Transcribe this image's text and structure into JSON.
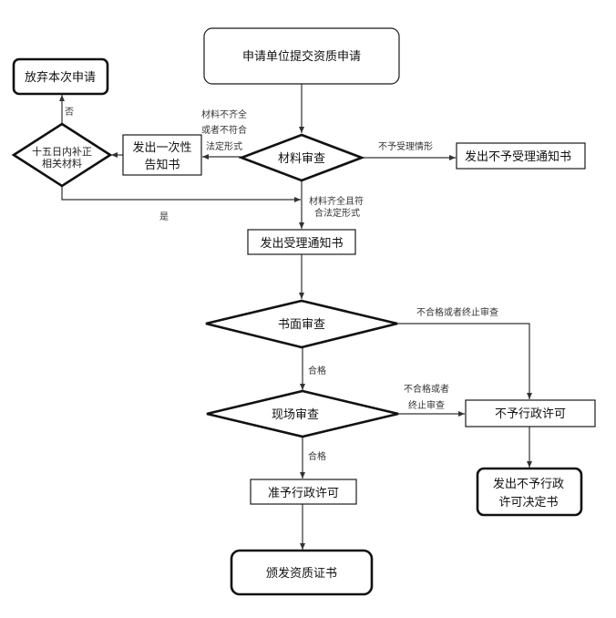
{
  "diagram": {
    "type": "flowchart",
    "nodes": {
      "submit": "申请单位提交资质申请",
      "material_review": "材料审查",
      "reject_notice": "发出不予受理通知书",
      "one_time_notice_line1": "发出一次性",
      "one_time_notice_line2": "告知书",
      "supplement_line1": "十五日内补正",
      "supplement_line2": "相关材料",
      "abandon": "放弃本次申请",
      "accept_notice": "发出受理通知书",
      "written_review": "书面审查",
      "onsite_review": "现场审查",
      "deny_permit": "不予行政许可",
      "deny_decision_line1": "发出不予行政",
      "deny_decision_line2": "许可决定书",
      "grant_permit": "准予行政许可",
      "issue_certificate": "颁发资质证书"
    },
    "edge_labels": {
      "incomplete_line1": "材料不齐全",
      "incomplete_line2": "或者不符合",
      "incomplete_line3": "法定形式",
      "not_accepted": "不予受理情形",
      "complete_line1": "材料齐全且符",
      "complete_line2": "合法定形式",
      "no": "否",
      "yes": "是",
      "written_fail": "不合格或者终止审查",
      "written_pass": "合格",
      "onsite_fail_line1": "不合格或者",
      "onsite_fail_line2": "终止审查",
      "onsite_pass": "合格"
    }
  }
}
